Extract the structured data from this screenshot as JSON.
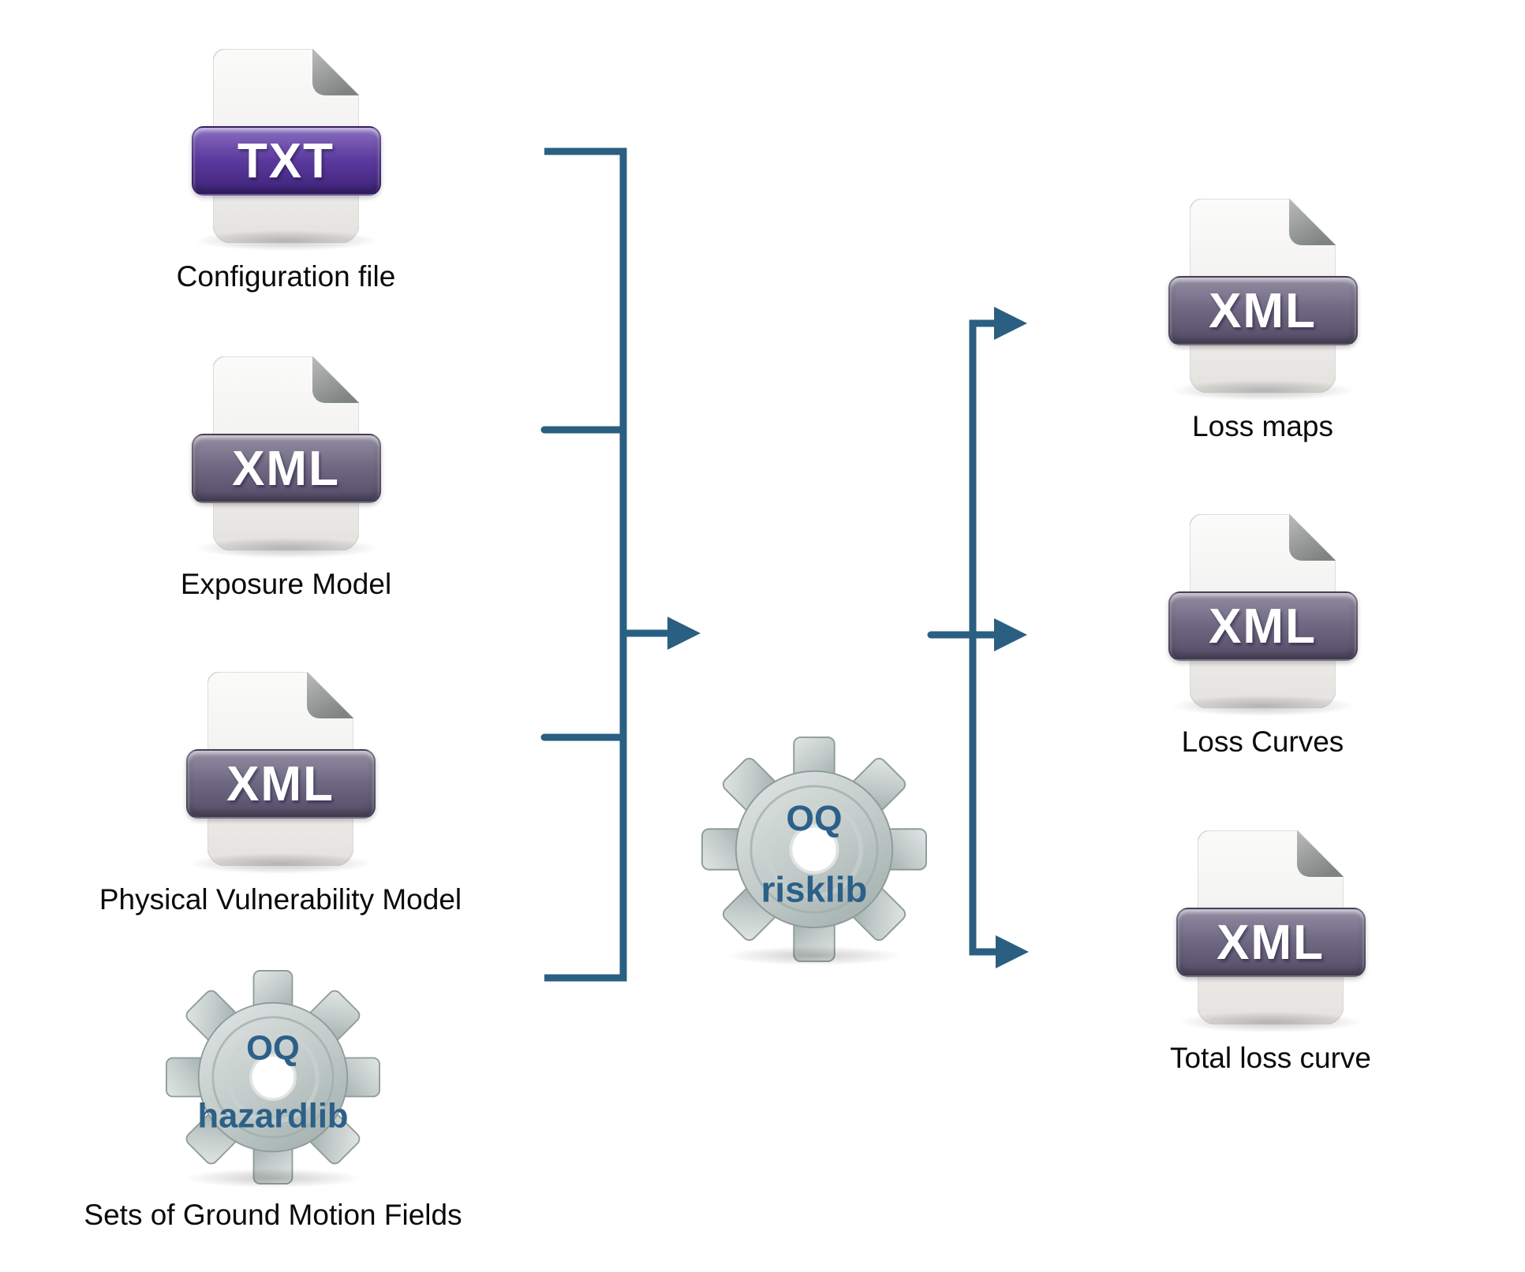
{
  "diagram": {
    "inputs": [
      {
        "icon": "txt-file-icon",
        "badge": "TXT",
        "label": "Configuration file"
      },
      {
        "icon": "xml-file-icon",
        "badge": "XML",
        "label": "Exposure Model"
      },
      {
        "icon": "xml-file-icon",
        "badge": "XML",
        "label": "Physical Vulnerability Model"
      },
      {
        "icon": "gear-icon",
        "gear": {
          "line1": "OQ",
          "line2": "hazardlib"
        },
        "label": "Sets of Ground Motion Fields"
      }
    ],
    "process": {
      "icon": "gear-icon",
      "gear": {
        "line1": "OQ",
        "line2": "risklib"
      }
    },
    "outputs": [
      {
        "icon": "xml-file-icon",
        "badge": "XML",
        "label": "Loss maps"
      },
      {
        "icon": "xml-file-icon",
        "badge": "XML",
        "label": "Loss Curves"
      },
      {
        "icon": "xml-file-icon",
        "badge": "XML",
        "label": "Total loss curve"
      }
    ],
    "colors": {
      "connector": "#2a5f82",
      "gear_text": "#2d6088",
      "txt_badge_top": "#8a6fc0",
      "txt_badge_bottom": "#3f2379",
      "xml_badge_top": "#938da3",
      "xml_badge_bottom": "#544d68",
      "label_text": "#0a0a0a"
    }
  }
}
